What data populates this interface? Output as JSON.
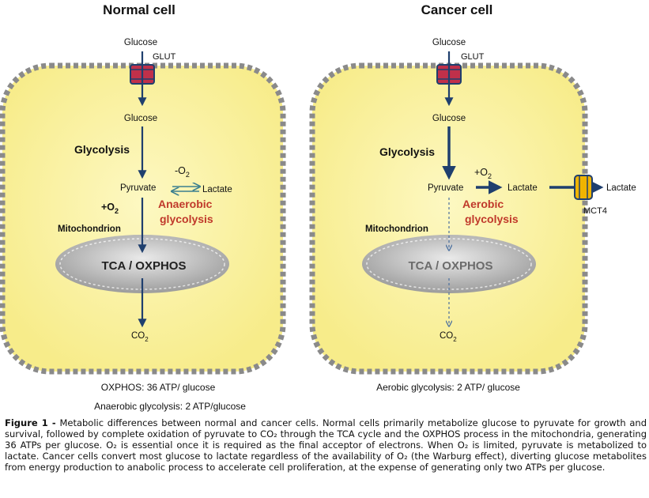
{
  "normal": {
    "title": "Normal cell",
    "glucose_in": "Glucose",
    "transporter": "GLUT",
    "glucose_inside": "Glucose",
    "glycolysis": "Glycolysis",
    "pyruvate": "Pyruvate",
    "minus_o2": "-O",
    "lactate": "Lactate",
    "plus_o2": "+O",
    "anaerobic_1": "Anaerobic",
    "anaerobic_2": "glycolysis",
    "mitochondrion": "Mitochondrion",
    "tca": "TCA / OXPHOS",
    "co2": "CO",
    "atp_1": "OXPHOS: 36 ATP/ glucose",
    "atp_2": "Anaerobic glycolysis: 2 ATP/glucose"
  },
  "cancer": {
    "title": "Cancer cell",
    "glucose_in": "Glucose",
    "transporter": "GLUT",
    "glucose_inside": "Glucose",
    "glycolysis": "Glycolysis",
    "pyruvate": "Pyruvate",
    "plus_o2": "+O",
    "lactate": "Lactate",
    "lactate_out": "Lactate",
    "exporter": "MCT4",
    "aerobic_1": "Aerobic",
    "aerobic_2": "glycolysis",
    "mitochondrion": "Mitochondrion",
    "tca": "TCA / OXPHOS",
    "co2": "CO",
    "atp_1": "Aerobic glycolysis: 2 ATP/ glucose"
  },
  "subscript_2": "2",
  "caption": {
    "label": "Figure 1 -",
    "text": " Metabolic differences between normal and cancer cells. Normal cells primarily metabolize glucose to pyruvate for growth and survival, followed by complete oxidation of pyruvate to CO₂ through the TCA cycle and the OXPHOS process in the mitochondria, generating 36 ATPs per glucose. O₂ is essential once it is required as the final acceptor of electrons. When O₂ is limited, pyruvate is metabolized to lactate. Cancer cells convert most glucose to lactate regardless of the availability of O₂ (the Warburg effect), diverting glucose metabolites from energy production to anabolic process to accelerate cell proliferation, at the expense of generating only two ATPs per glucose."
  },
  "colors": {
    "arrow": "#1f3f6e",
    "highlight": "#c0392b",
    "membrane": "#8a8a8a",
    "cytoplasm": "#fbf3a4",
    "transporter": "#c0304a",
    "exporter": "#f0b400"
  }
}
